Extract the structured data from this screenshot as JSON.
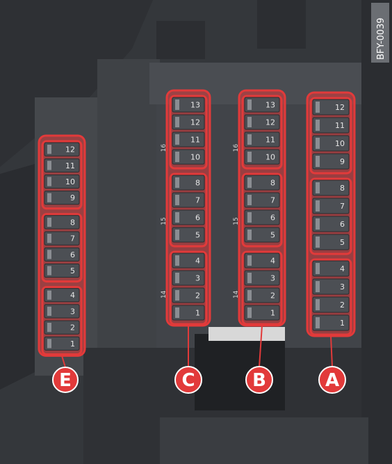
{
  "figure": {
    "reference_code": "BFY-0039",
    "highlight_color": "#e23a3a",
    "background_color": "#3b3e42"
  },
  "fuse_blocks": [
    {
      "id": "E",
      "fuses": [
        "12",
        "11",
        "10",
        "9",
        "8",
        "7",
        "6",
        "5",
        "4",
        "3",
        "2",
        "1"
      ],
      "side_labels": []
    },
    {
      "id": "C",
      "fuses": [
        "13",
        "12",
        "11",
        "10",
        "8",
        "7",
        "6",
        "5",
        "4",
        "3",
        "2",
        "1"
      ],
      "side_labels": [
        "16",
        "15",
        "14"
      ]
    },
    {
      "id": "B",
      "fuses": [
        "13",
        "12",
        "11",
        "10",
        "8",
        "7",
        "6",
        "5",
        "4",
        "3",
        "2",
        "1"
      ],
      "side_labels": [
        "16",
        "15",
        "14"
      ]
    },
    {
      "id": "A",
      "fuses": [
        "12",
        "11",
        "10",
        "9",
        "8",
        "7",
        "6",
        "5",
        "4",
        "3",
        "2",
        "1"
      ],
      "side_labels": []
    }
  ],
  "callouts": [
    "E",
    "C",
    "B",
    "A"
  ]
}
